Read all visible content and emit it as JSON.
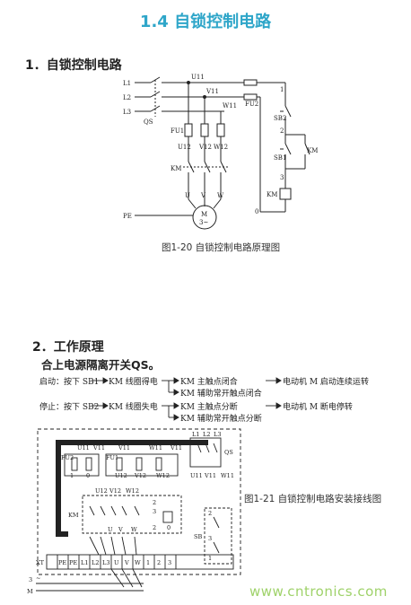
{
  "page": {
    "title": "1.4  自锁控制电路",
    "section1": "1．自锁控制电路",
    "section2": "2．工作原理",
    "intro": "合上电源隔离开关QS。"
  },
  "fig1": {
    "caption": "图1-20  自锁控制电路原理图",
    "labels": {
      "L1": "L1",
      "L2": "L2",
      "L3": "L3",
      "QS": "QS",
      "PE": "PE",
      "U11": "U11",
      "V11": "V11",
      "W11": "W11",
      "FU1": "FU1",
      "FU2": "FU2",
      "U12": "U12",
      "V12": "V12",
      "W12": "W12",
      "KM": "KM",
      "U": "U",
      "V": "V",
      "W": "W",
      "M": "M",
      "M3": "3~",
      "SB2": "SB2",
      "SB1": "SB1",
      "KMc": "KM",
      "KMcoil": "KM",
      "n1": "1",
      "n2": "2",
      "n3": "3",
      "n0": "0"
    }
  },
  "flow": {
    "start_label": "启动：按下 SB1",
    "start_step": "KM 线圈得电",
    "start_b1": "KM 主触点闭合",
    "start_b2": "KM 辅助常开触点闭合",
    "start_result": "电动机 M 启动连续运转",
    "stop_label": "停止：按下 SB2",
    "stop_step": "KM 线圈失电",
    "stop_b1": "KM 主触点分断",
    "stop_b2": "KM 辅助常开触点分断",
    "stop_result": "电动机 M 断电停转"
  },
  "fig2": {
    "caption": "图1-21  自锁控制电路安装接线图",
    "labels": {
      "L1": "L1",
      "L2": "L2",
      "L3": "L3",
      "QS": "QS",
      "U11": "U11",
      "V11": "V11",
      "V11b": "V11",
      "W11": "W11",
      "FU2": "FU2",
      "FU1": "FU1",
      "U12": "U12",
      "V12": "V12",
      "W12": "W12",
      "U12b": "U12",
      "V12b": "V12",
      "W12b": "W12",
      "KM": "KM",
      "SB": "SB",
      "U11b": "U11",
      "V11c": "V11",
      "W11b": "W11",
      "U": "U",
      "V": "V",
      "W": "W",
      "c2": "2",
      "c3": "3",
      "c2b": "2",
      "c3b": "3",
      "c1": "1",
      "c0": "0",
      "s2": "2",
      "s3": "3",
      "s1": "1",
      "XT": "XT",
      "PE1": "PE",
      "PE2": "PE",
      "tL1": "L1",
      "tL2": "L2",
      "tL3": "L3",
      "tU": "U",
      "tV": "V",
      "tW": "W",
      "t1": "1",
      "t2": "2",
      "t3": "3",
      "three": "3",
      "M": "M",
      "tilde": "~"
    }
  },
  "watermark": "www.cntronics.com"
}
